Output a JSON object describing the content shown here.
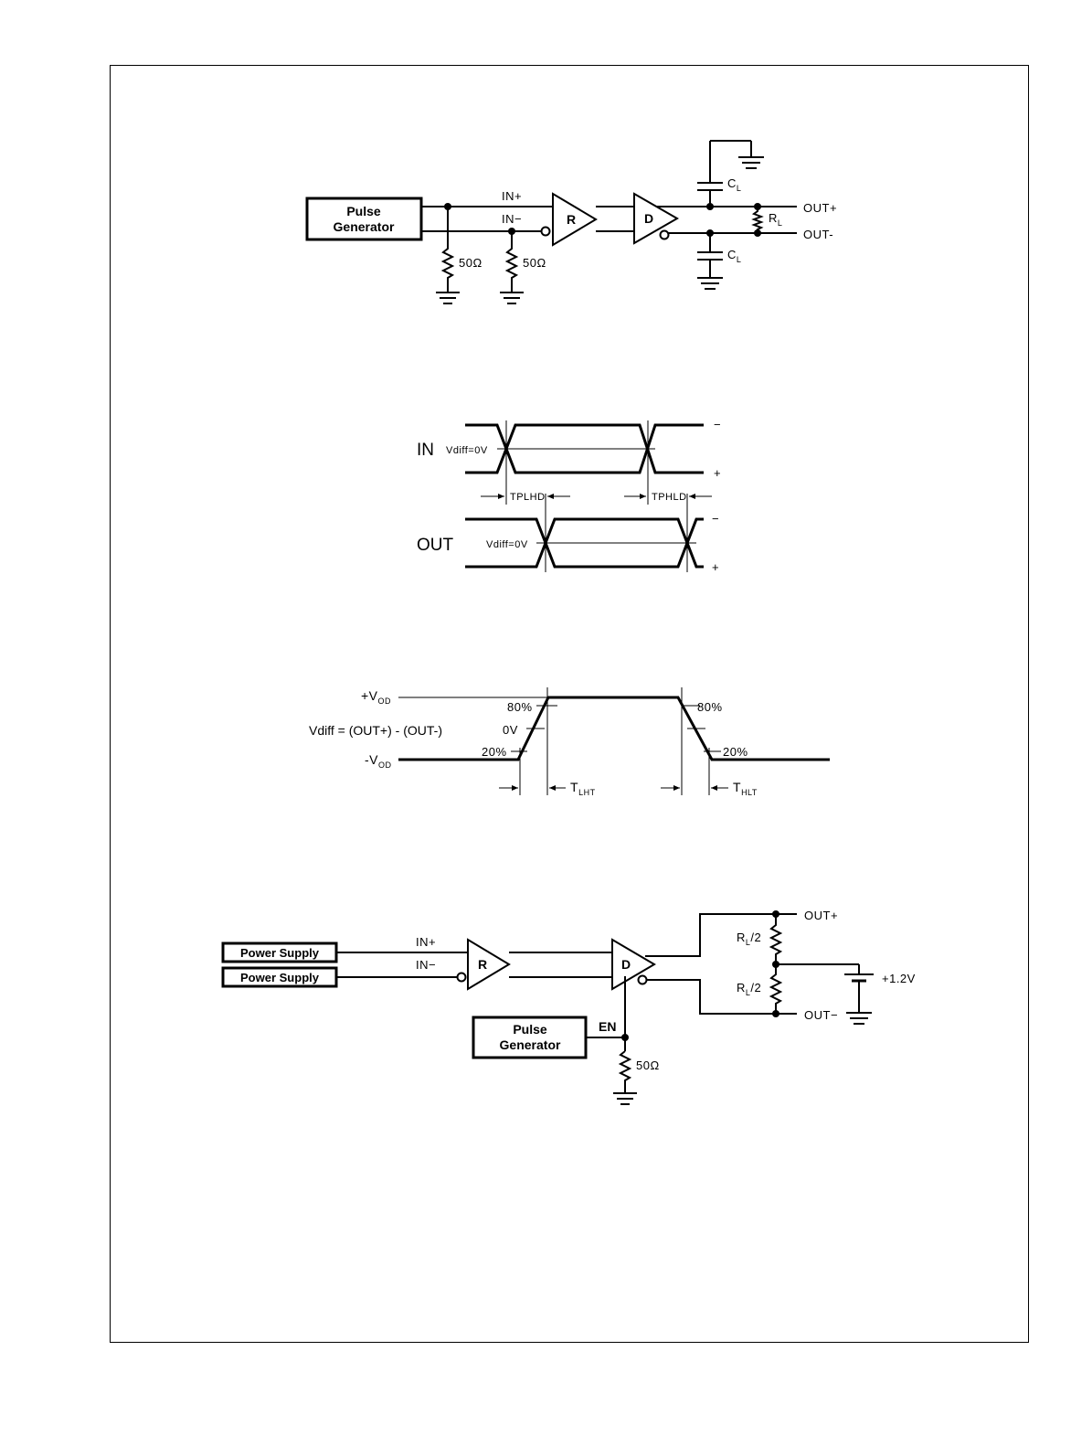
{
  "fig1": {
    "pulse_gen_line1": "Pulse",
    "pulse_gen_line2": "Generator",
    "in_plus": "IN+",
    "in_minus": "IN−",
    "r_label": "R",
    "d_label": "D",
    "res1": "50Ω",
    "res2": "50Ω",
    "cl_top": "C",
    "cl_top_sub": "L",
    "cl_bot": "C",
    "cl_bot_sub": "L",
    "rl": "R",
    "rl_sub": "L",
    "out_plus": "OUT+",
    "out_minus": "OUT-"
  },
  "fig2": {
    "in_label": "IN",
    "out_label": "OUT",
    "vdiff_in": "Vdiff=0V",
    "vdiff_out": "Vdiff=0V",
    "minus_top": "−",
    "plus_top": "+",
    "minus_bot": "−",
    "plus_bot": "+",
    "tplhd": "TPLHD",
    "tphld": "TPHLD"
  },
  "fig3": {
    "vod_plus": "+V",
    "vod_plus_sub": "OD",
    "vdiff": "Vdiff = (OUT+) - (OUT-)",
    "vod_minus": "-V",
    "vod_minus_sub": "OD",
    "p80_left": "80%",
    "p0v": "0V",
    "p20_left": "20%",
    "p80_right": "80%",
    "p20_right": "20%",
    "tlht": "T",
    "tlht_sub": "LHT",
    "thlt": "T",
    "thlt_sub": "HLT"
  },
  "fig4": {
    "ps1": "Power Supply",
    "ps2": "Power Supply",
    "in_plus": "IN+",
    "in_minus": "IN−",
    "r_label": "R",
    "d_label": "D",
    "pulse_gen_line1": "Pulse",
    "pulse_gen_line2": "Generator",
    "en": "EN",
    "res": "50Ω",
    "rl1": "R",
    "rl1_sub": "L",
    "rl1_div": "/2",
    "rl2": "R",
    "rl2_sub": "L",
    "rl2_div": "/2",
    "out_plus": "OUT+",
    "out_minus": "OUT−",
    "supply": "+1.2V"
  }
}
